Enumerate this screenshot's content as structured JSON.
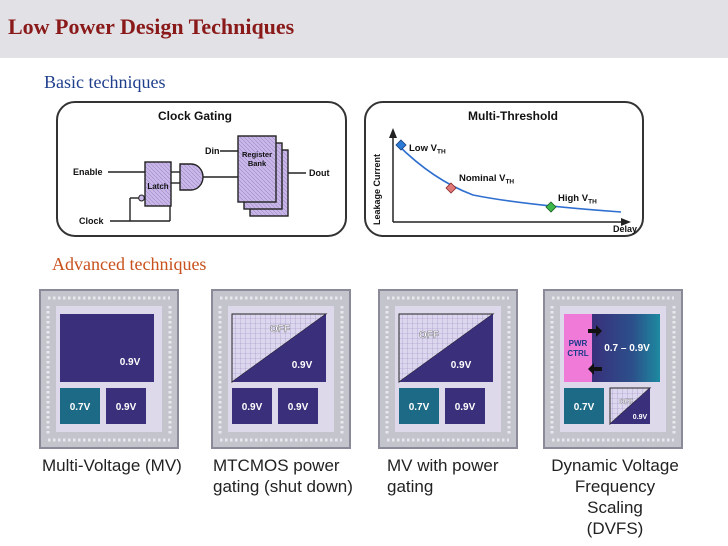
{
  "header": {
    "title": "Low Power Design Techniques"
  },
  "sections": {
    "basic": "Basic techniques",
    "advanced": "Advanced techniques"
  },
  "clock_gating": {
    "title": "Clock Gating",
    "enable": "Enable",
    "clock": "Clock",
    "latch": "Latch",
    "din": "Din",
    "register_bank": [
      "Register",
      "Bank"
    ],
    "dout": "Dout"
  },
  "multi_threshold": {
    "title": "Multi-Threshold",
    "y_axis": "Leakage Current",
    "x_axis": "Delay",
    "points": [
      {
        "label": "Low V",
        "sub": "TH"
      },
      {
        "label": "Nominal V",
        "sub": "TH"
      },
      {
        "label": "High V",
        "sub": "TH"
      }
    ]
  },
  "chips": [
    {
      "main": "0.9V",
      "bottom": [
        "0.7V",
        "0.9V"
      ]
    },
    {
      "off": "OFF",
      "main": "0.9V",
      "bottom": [
        "0.9V",
        "0.9V"
      ]
    },
    {
      "off": "OFF",
      "main": "0.9V",
      "bottom": [
        "0.7V",
        "0.9V"
      ]
    },
    {
      "pwr": [
        "PWR",
        "CTRL"
      ],
      "range": "0.7 – 0.9V",
      "bottom_left": "0.7V",
      "off": "OFF",
      "small": "0.9V"
    }
  ],
  "captions": [
    [
      "Multi-Voltage (MV)"
    ],
    [
      "MTCMOS power",
      "gating (shut down)"
    ],
    [
      "MV with power",
      "gating"
    ],
    [
      "Dynamic Voltage",
      "Frequency Scaling",
      "(DVFS)"
    ]
  ],
  "colors": {
    "title": "#8a1a1a",
    "basic": "#1f3f8c",
    "advanced": "#c8501c",
    "chip_dark": "#3a2f7a",
    "chip_teal": "#1d6a86",
    "pwr_ctrl": "#f07ad8"
  }
}
